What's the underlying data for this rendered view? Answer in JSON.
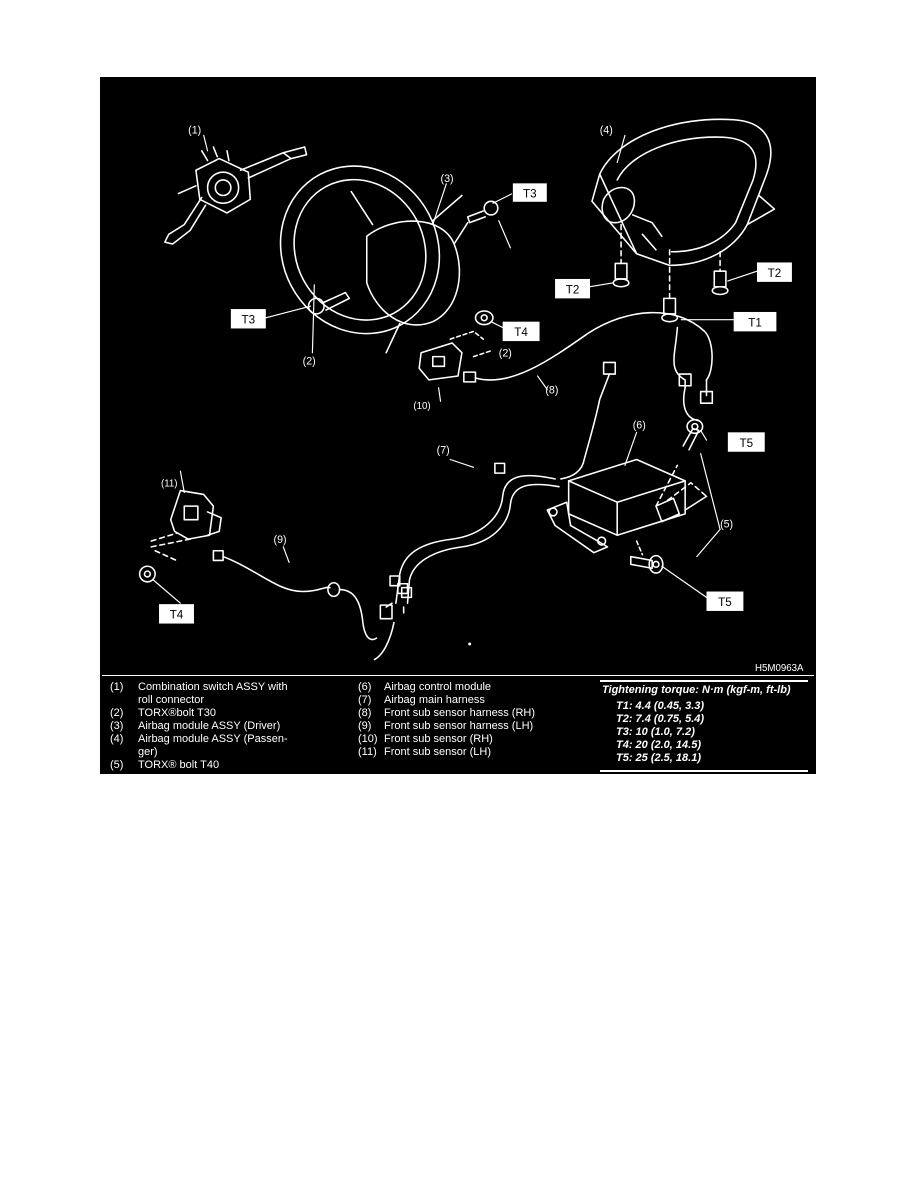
{
  "callouts": {
    "c1": "(1)",
    "c2a": "(2)",
    "c2b": "(2)",
    "c3": "(3)",
    "c4": "(4)",
    "c5": "(5)",
    "c6": "(6)",
    "c7": "(7)",
    "c8": "(8)",
    "c9": "(9)",
    "c10": "(10)",
    "c11": "(11)"
  },
  "torque_tags": {
    "t3_upper": "T3",
    "t3_lower": "T3",
    "t2_left": "T2",
    "t2_right": "T2",
    "t1": "T1",
    "t4_upper": "T4",
    "t4_lower": "T4",
    "t5_upper": "T5",
    "t5_lower": "T5"
  },
  "diagram_code": "H5M0963A",
  "legend": {
    "col1": [
      {
        "num": "(1)",
        "text": "Combination switch ASSY with"
      },
      {
        "num": "",
        "text": "roll connector"
      },
      {
        "num": "(2)",
        "text": "TORX®bolt T30"
      },
      {
        "num": "(3)",
        "text": "Airbag module ASSY (Driver)"
      },
      {
        "num": "(4)",
        "text": "Airbag module ASSY (Passen-"
      },
      {
        "num": "",
        "text": "ger)"
      },
      {
        "num": "(5)",
        "text": "TORX® bolt T40"
      }
    ],
    "col2": [
      {
        "num": "(6)",
        "text": "Airbag control module"
      },
      {
        "num": "(7)",
        "text": "Airbag main harness"
      },
      {
        "num": "(8)",
        "text": "Front sub sensor harness (RH)"
      },
      {
        "num": "(9)",
        "text": "Front sub sensor harness (LH)"
      },
      {
        "num": "(10)",
        "text": "Front sub sensor (RH)"
      },
      {
        "num": "(11)",
        "text": "Front sub sensor (LH)"
      }
    ]
  },
  "torque": {
    "title": "Tightening torque: N·m (kgf-m, ft-lb)",
    "values": [
      "T1: 4.4 (0.45, 3.3)",
      "T2: 7.4 (0.75, 5.4)",
      "T3: 10 (1.0, 7.2)",
      "T4: 20 (2.0, 14.5)",
      "T5: 25 (2.5, 18.1)"
    ]
  }
}
